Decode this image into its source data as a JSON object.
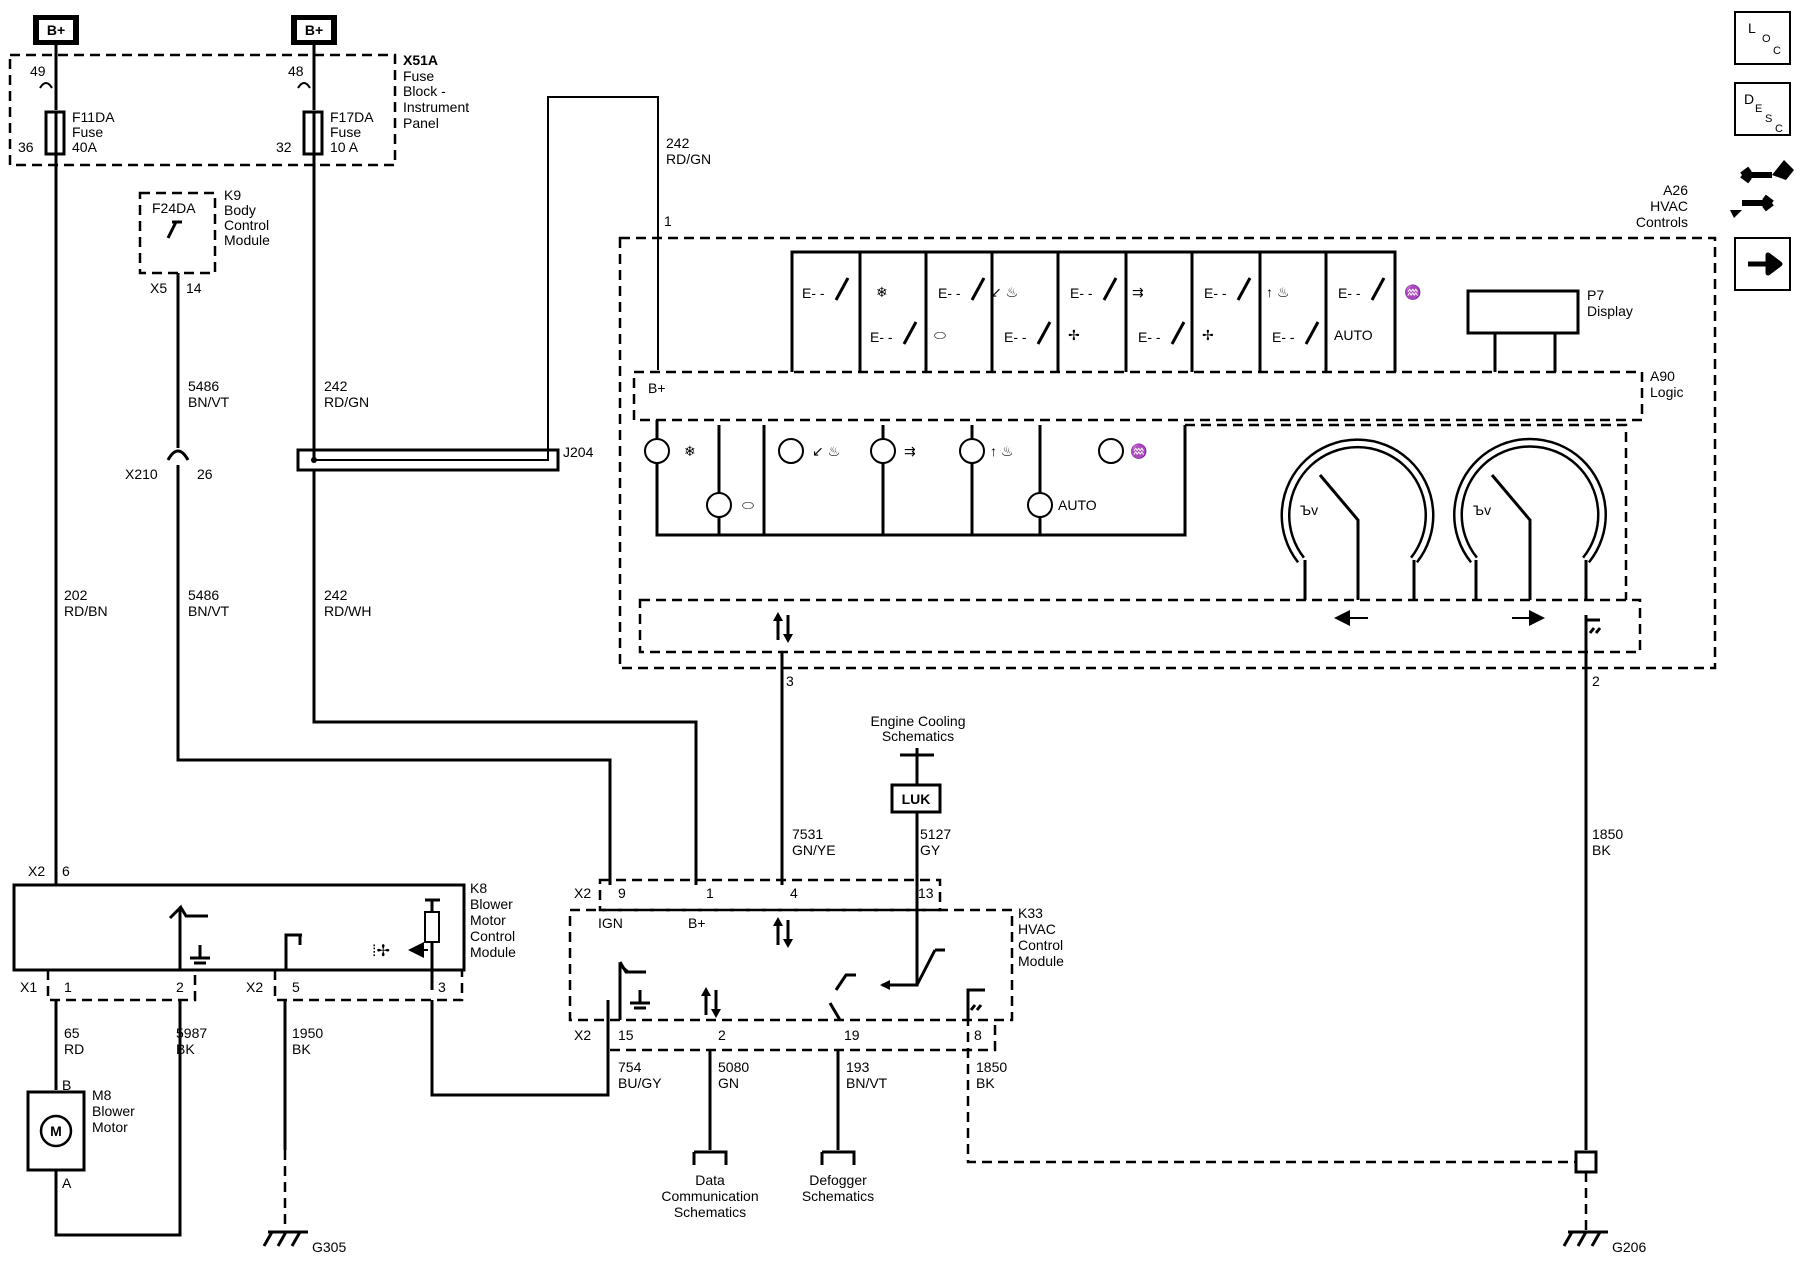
{
  "supply": {
    "bplus_left": "B+",
    "bplus_right": "B+"
  },
  "fuse_block": {
    "id": "X51A",
    "name": "Fuse Block - Instrument Panel",
    "name_lines": [
      "Fuse",
      "Block -",
      "Instrument",
      "Panel"
    ],
    "fuse1": {
      "id": "F11DA",
      "type": "Fuse",
      "rating": "40A",
      "pin_in": "49",
      "pin_out": "36"
    },
    "fuse2": {
      "id": "F17DA",
      "type": "Fuse",
      "rating": "10 A",
      "pin_in": "48",
      "pin_out": "32"
    }
  },
  "bcm": {
    "fuse": "F24DA",
    "id": "K9",
    "name_lines": [
      "Body",
      "Control",
      "Module"
    ],
    "connector": "X5",
    "pin": "14"
  },
  "splice": {
    "id": "J204"
  },
  "inline_connector": {
    "id": "X210",
    "pin": "26"
  },
  "circuits": {
    "c242_top": {
      "num": "242",
      "color": "RD/GN"
    },
    "c5486_a": {
      "num": "5486",
      "color": "BN/VT"
    },
    "c242_mid": {
      "num": "242",
      "color": "RD/GN"
    },
    "c202": {
      "num": "202",
      "color": "RD/BN"
    },
    "c5486_b": {
      "num": "5486",
      "color": "BN/VT"
    },
    "c242_wh": {
      "num": "242",
      "color": "RD/WH"
    },
    "c7531": {
      "num": "7531",
      "color": "GN/YE"
    },
    "c5127": {
      "num": "5127",
      "color": "GY"
    },
    "c1850_a": {
      "num": "1850",
      "color": "BK"
    },
    "c65": {
      "num": "65",
      "color": "RD"
    },
    "c5987": {
      "num": "5987",
      "color": "BK"
    },
    "c1950": {
      "num": "1950",
      "color": "BK"
    },
    "c754": {
      "num": "754",
      "color": "BU/GY"
    },
    "c5080": {
      "num": "5080",
      "color": "GN"
    },
    "c193": {
      "num": "193",
      "color": "BN/VT"
    },
    "c1850_b": {
      "num": "1850",
      "color": "BK"
    }
  },
  "hvac_controls": {
    "id": "A26",
    "name_lines": [
      "HVAC",
      "Controls"
    ],
    "pin_bplus": "1",
    "pin_data": "3",
    "pin_ground": "2",
    "display": {
      "id": "P7",
      "name": "Display"
    },
    "logic": {
      "id": "A90",
      "name": "Logic",
      "bplus": "B+"
    },
    "auto_switch": "AUTO",
    "auto_led": "AUTO"
  },
  "k8": {
    "id": "K8",
    "name_lines": [
      "Blower",
      "Motor",
      "Control",
      "Module"
    ],
    "conn_top": "X2",
    "pin_top": "6",
    "conn_x1": "X1",
    "pin1": "1",
    "pin2": "2",
    "conn_x2": "X2",
    "pin5": "5",
    "pin3": "3"
  },
  "k33": {
    "id": "K33",
    "name_lines": [
      "HVAC",
      "Control",
      "Module"
    ],
    "conn_top": "X2",
    "pins_top": [
      "9",
      "1",
      "4",
      "13"
    ],
    "ign": "IGN",
    "bplus": "B+",
    "conn_bottom": "X2",
    "pins_bottom": [
      "15",
      "2",
      "19",
      "8"
    ]
  },
  "motor": {
    "id": "M8",
    "name_lines": [
      "Blower",
      "Motor"
    ],
    "symbol": "M",
    "pin_b": "B",
    "pin_a": "A"
  },
  "refs": {
    "engine_cooling": [
      "Engine Cooling",
      "Schematics"
    ],
    "data_comm": [
      "Data",
      "Communication",
      "Schematics"
    ],
    "defogger": [
      "Defogger",
      "Schematics"
    ],
    "luk": "LUK"
  },
  "grounds": {
    "left": "G305",
    "right": "G206"
  },
  "nav": {
    "loc": [
      "L",
      "O",
      "C"
    ],
    "desc": [
      "D",
      "E",
      "S",
      "C"
    ]
  }
}
